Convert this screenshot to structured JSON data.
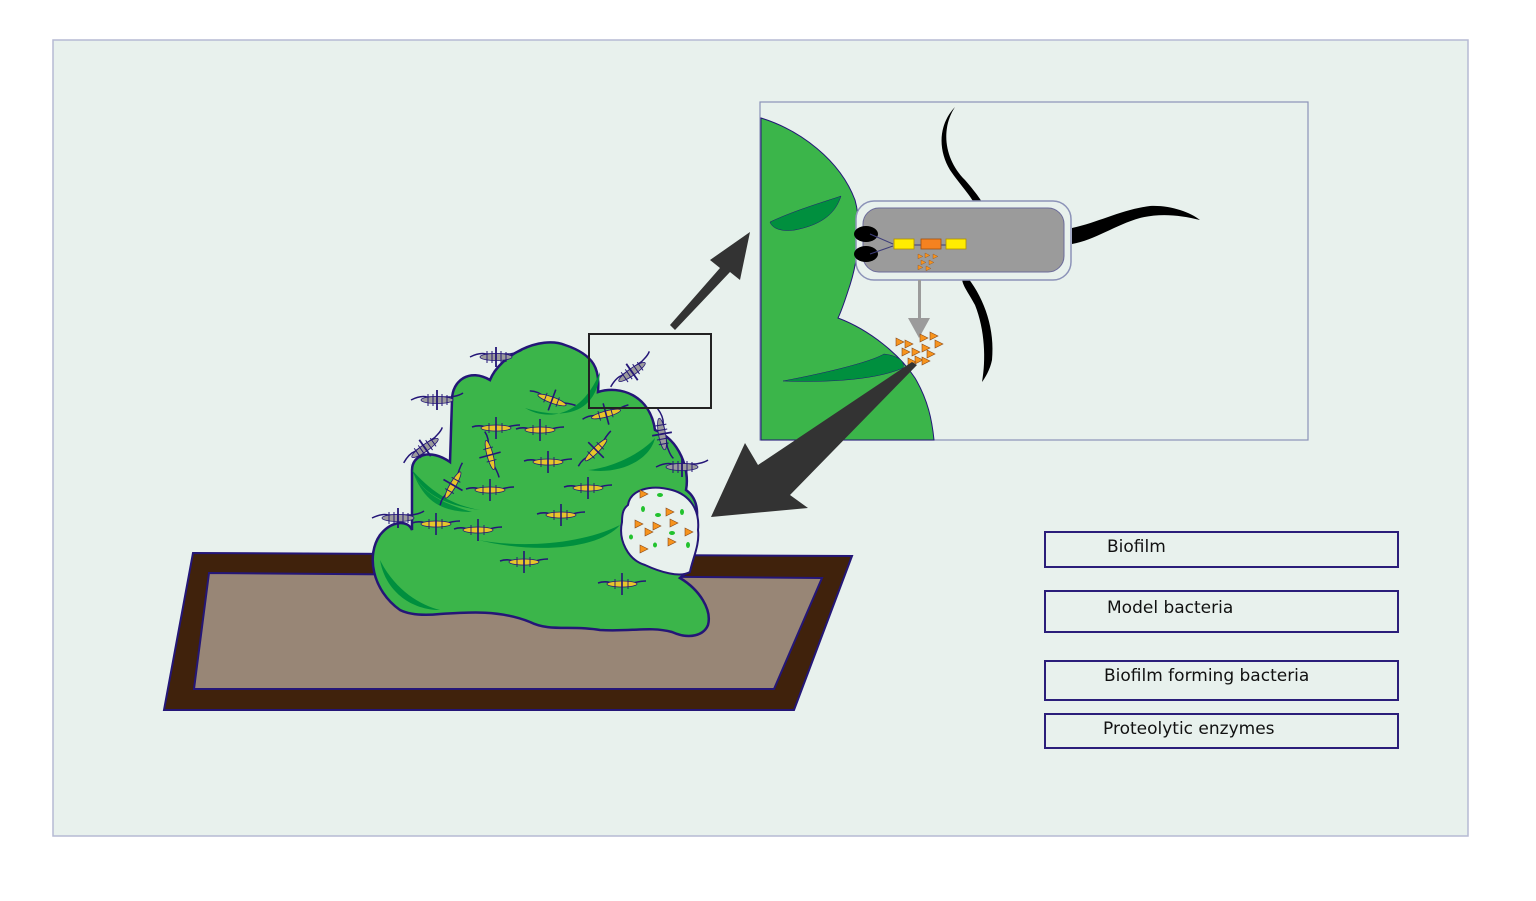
{
  "figure": {
    "background": "#e8f1ed",
    "frame_border": "#b6bad4",
    "colors": {
      "biofilm_green": "#3bb54a",
      "biofilm_dark_green": "#008f3e",
      "outline_navy": "#241677",
      "surface_dark_brown": "#40220c",
      "surface_light_brown": "#988676",
      "model_bacteria_grey": "#9b9b9b",
      "biofilm_bacteria_yellow": "#e8c62a",
      "enzyme_orange": "#f7941d",
      "arrow_dark": "#333333",
      "flagella_black": "#000000",
      "gene_yellow": "#ffec00",
      "gene_orange": "#f58220"
    }
  },
  "main_panel": {
    "elements": [
      "surface",
      "biofilm",
      "zoom-selection-box",
      "degraded-region",
      "zoom-arrow",
      "return-arrow"
    ]
  },
  "inset_panel": {
    "elements": [
      "biofilm-edge",
      "model-bacterium",
      "gene-circuit",
      "secreted-enzymes",
      "secretion-arrow"
    ]
  },
  "legend": {
    "items": [
      {
        "label": "Biofilm",
        "icon": "biofilm-icon"
      },
      {
        "label": "Model bacteria",
        "icon": "model-bacteria-icon"
      },
      {
        "label": "Biofilm forming bacteria",
        "icon": "biofilm-bacteria-icon"
      },
      {
        "label": "Proteolytic enzymes",
        "icon": "enzymes-icon"
      }
    ]
  }
}
